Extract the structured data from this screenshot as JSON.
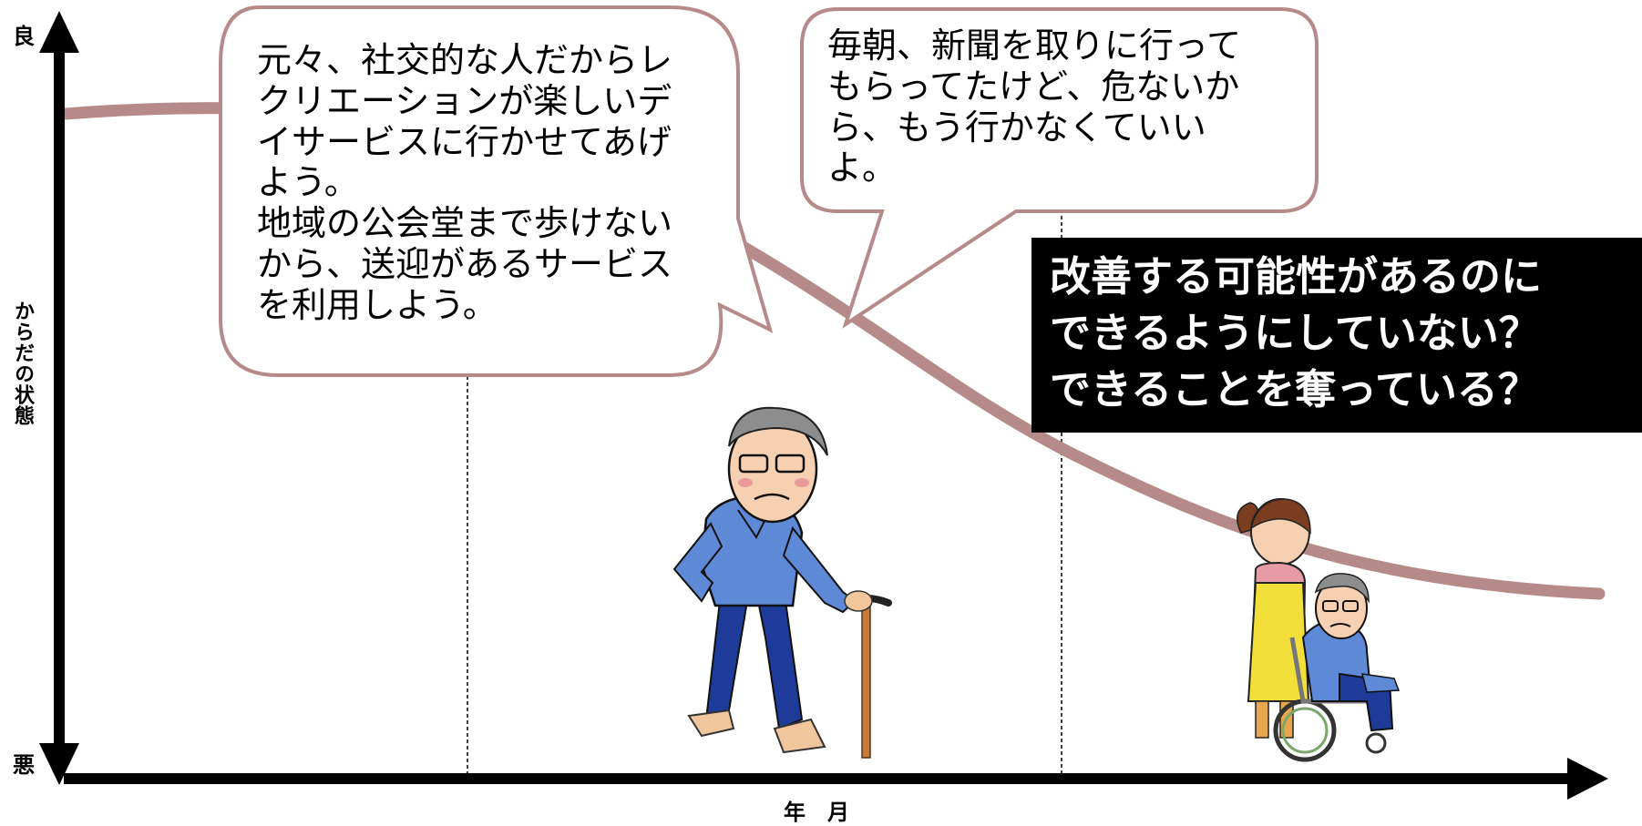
{
  "axes": {
    "y_top": "良",
    "y_bottom": "悪",
    "y_title": "からだの状態",
    "x_title": "年　月"
  },
  "bubbles": [
    {
      "text": "元々、社交的な人だからレ\nクリエーションが楽しいデ\nイサービスに行かせてあげ\nよう。\n地域の公会堂まで歩けない\nから、送迎があるサービス\nを利用しよう。"
    },
    {
      "text": "毎朝、新聞を取りに行って\nもらってたけど、危ないか\nら、もう行かなくていい\nよ。"
    }
  ],
  "callout": {
    "text": "改善する可能性があるのに\nできるようにしていない？\nできることを奪っている？"
  },
  "colors": {
    "curve": "#b58a89",
    "bubble_border": "#b58a89",
    "axis": "#000000",
    "callout_bg": "#000000",
    "callout_text": "#ffffff",
    "shirt_blue": "#5d89d6",
    "pants_navy": "#1f3b9a",
    "apron_yellow": "#f2df3a",
    "cane_brown": "#c67a3a"
  },
  "illustrations": [
    {
      "name": "elderly-man-with-cane-icon"
    },
    {
      "name": "caregiver-with-wheelchair-icon"
    }
  ]
}
